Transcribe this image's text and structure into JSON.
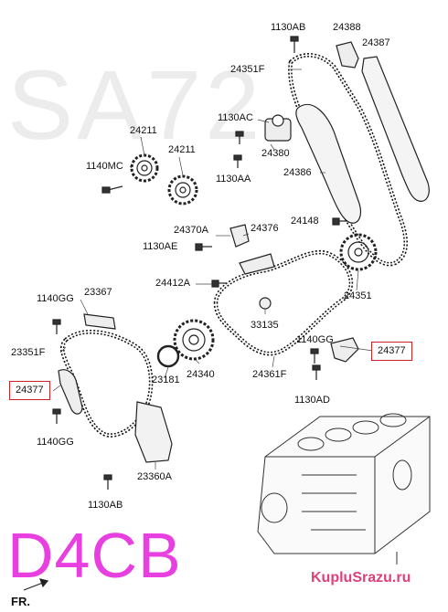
{
  "watermark": "SA72",
  "engine_code": "D4CB",
  "site_name": "KupluSrazu.ru",
  "fr_label": "FR.",
  "colors": {
    "highlight_box": "#d0202a",
    "engine_code": "#e83fe0",
    "site": "#e0407a"
  },
  "labels": {
    "p1130ab_top": "1130AB",
    "p24388": "24388",
    "p24387": "24387",
    "p24351f": "24351F",
    "p1130ac": "1130AC",
    "p24211_a": "24211",
    "p24211_b": "24211",
    "p1140mc": "1140MC",
    "p24380": "24380",
    "p1130aa": "1130AA",
    "p24386": "24386",
    "p24148": "24148",
    "p24370a": "24370A",
    "p24376": "24376",
    "p1130ae": "1130AE",
    "p24412a": "24412A",
    "p24351": "24351",
    "p1140gg_left": "1140GG",
    "p23367": "23367",
    "p33135": "33135",
    "p1140gg_right": "1140GG",
    "p24377_right": "24377",
    "p23351f": "23351F",
    "p23181": "23181",
    "p24340": "24340",
    "p24361f": "24361F",
    "p24377_left": "24377",
    "p1130ad": "1130AD",
    "p1140gg_bottom": "1140GG",
    "p23360a": "23360A",
    "p1130ab_bottom": "1130AB"
  }
}
